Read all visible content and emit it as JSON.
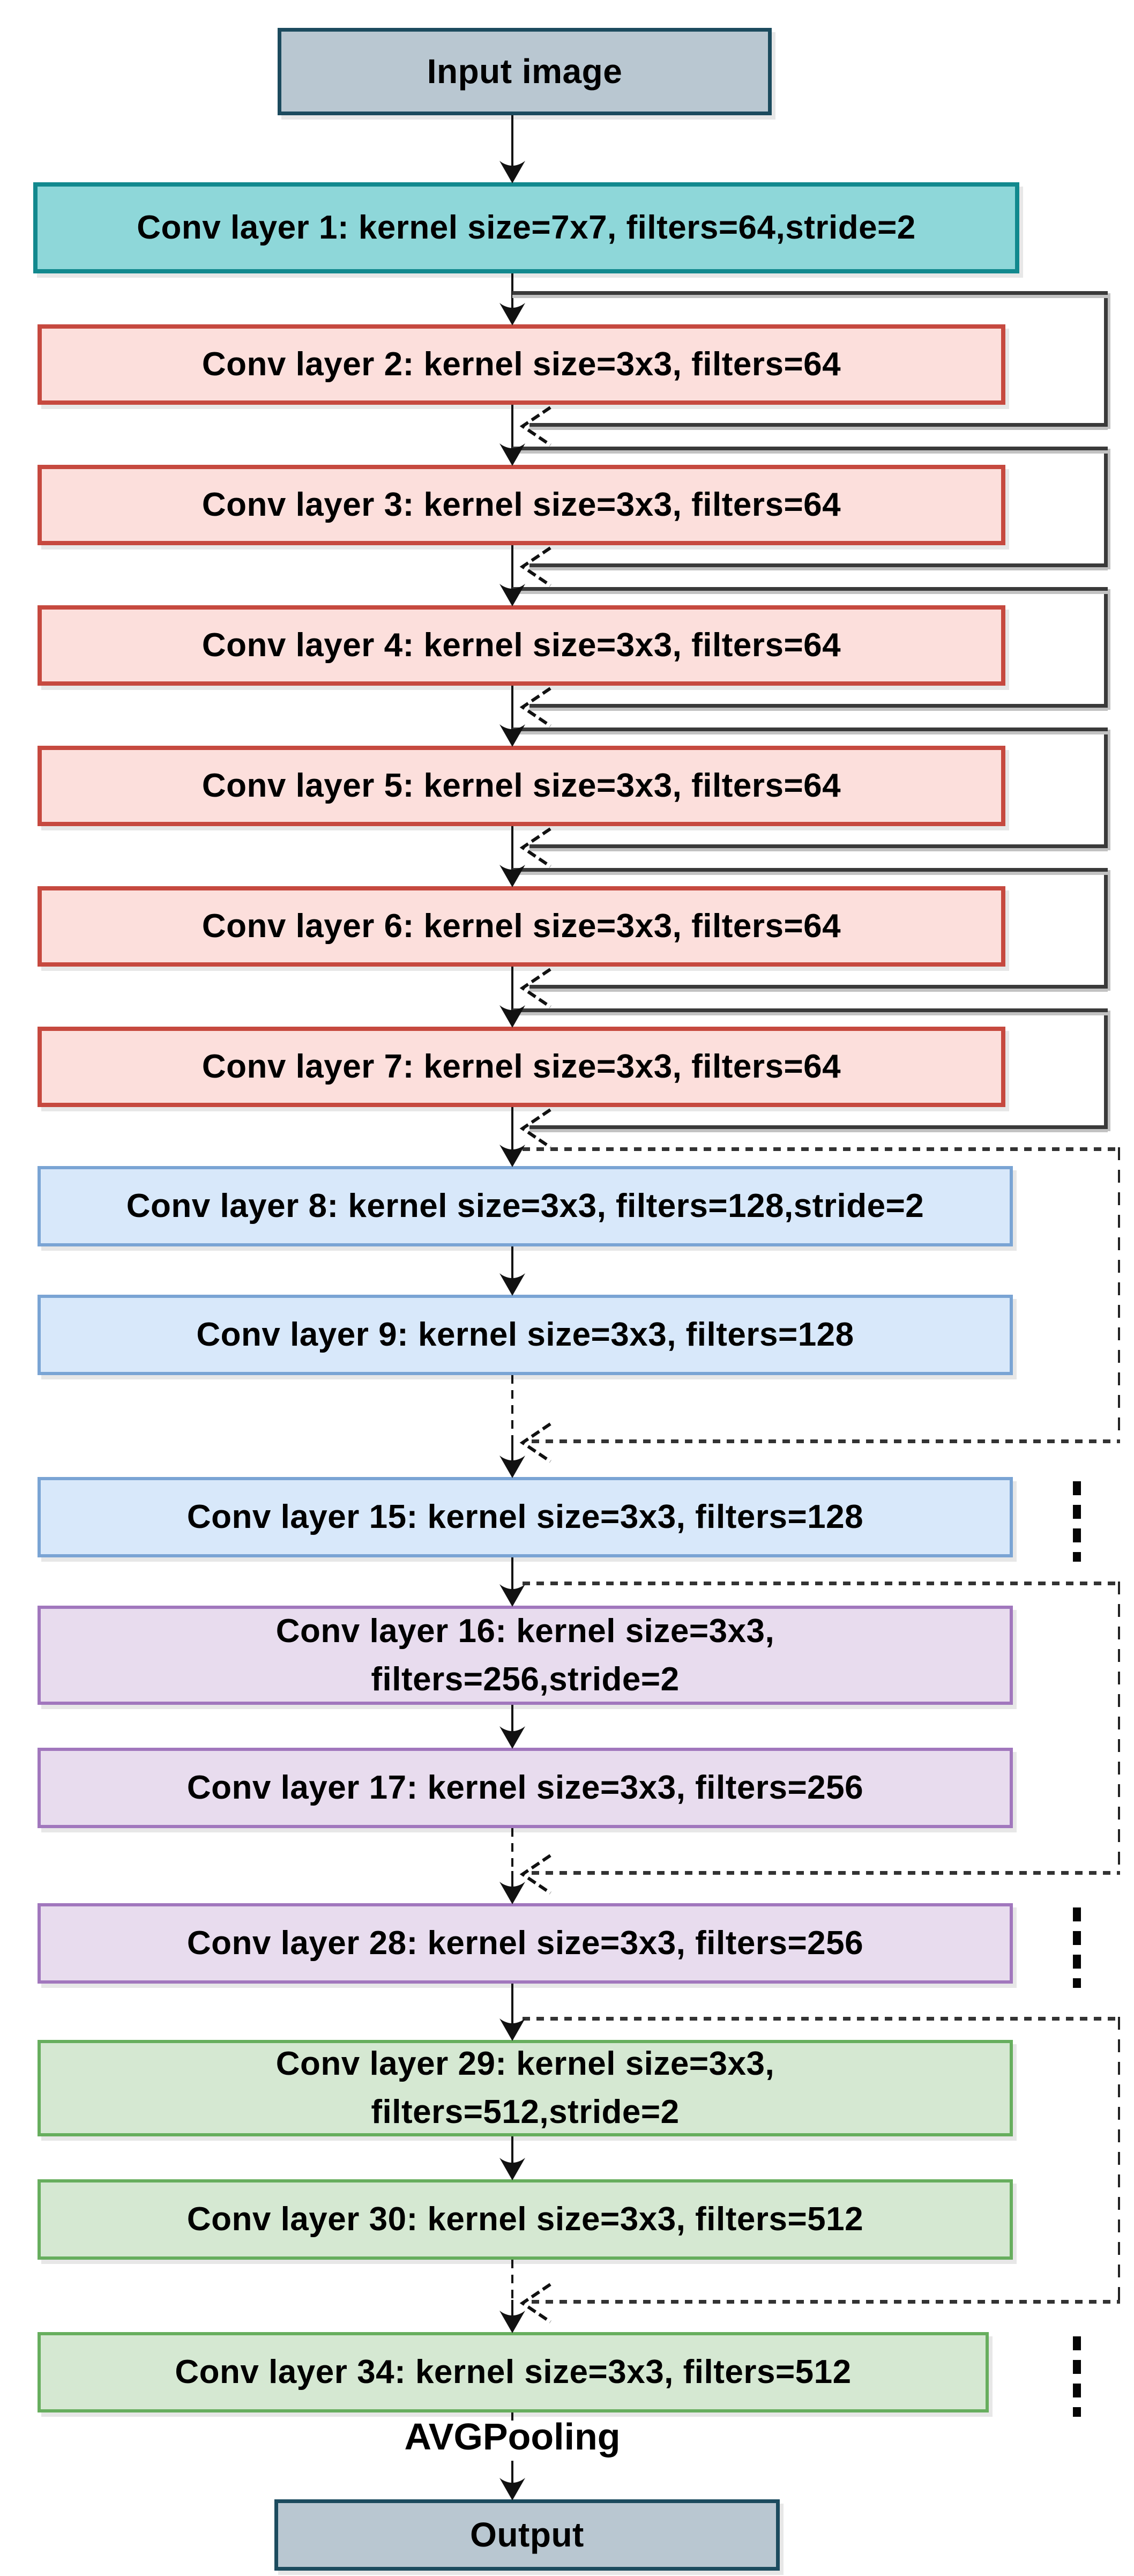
{
  "palette": {
    "io_fill": "#b9c7d1",
    "io_border": "#1c4b5e",
    "stem_fill": "#8ed7d9",
    "stem_border": "#12898e",
    "conv64_fill": "#fcdfdc",
    "conv64_border": "#c6493f",
    "conv128_fill": "#d8e8fa",
    "conv128_border": "#7aa4d4",
    "conv256_fill": "#e8dcee",
    "conv256_border": "#a177bd",
    "conv512_fill": "#d5e8d2",
    "conv512_border": "#67ae5e",
    "arrow_color": "#111111",
    "skip_line_color": "#3a3a3a",
    "dashed_line_color": "#222222"
  },
  "nodes": [
    {
      "id": "input",
      "label": "Input image"
    },
    {
      "id": "conv1",
      "label": "Conv layer 1: kernel size=7x7, filters=64,stride=2"
    },
    {
      "id": "conv2",
      "label": "Conv layer 2: kernel size=3x3, filters=64"
    },
    {
      "id": "conv3",
      "label": "Conv layer 3: kernel size=3x3, filters=64"
    },
    {
      "id": "conv4",
      "label": "Conv layer 4: kernel size=3x3, filters=64"
    },
    {
      "id": "conv5",
      "label": "Conv layer 5: kernel size=3x3, filters=64"
    },
    {
      "id": "conv6",
      "label": "Conv layer 6: kernel size=3x3, filters=64"
    },
    {
      "id": "conv7",
      "label": "Conv layer 7: kernel size=3x3, filters=64"
    },
    {
      "id": "conv8",
      "label": "Conv layer 8: kernel size=3x3, filters=128,stride=2"
    },
    {
      "id": "conv9",
      "label": "Conv layer 9: kernel size=3x3, filters=128"
    },
    {
      "id": "conv15",
      "label": "Conv layer 15: kernel size=3x3, filters=128"
    },
    {
      "id": "conv16",
      "label": "Conv layer 16: kernel size=3x3,\nfilters=256,stride=2"
    },
    {
      "id": "conv17",
      "label": "Conv layer 17: kernel size=3x3, filters=256"
    },
    {
      "id": "conv28",
      "label": "Conv layer 28: kernel size=3x3, filters=256"
    },
    {
      "id": "conv29",
      "label": "Conv layer 29: kernel size=3x3,\nfilters=512,stride=2"
    },
    {
      "id": "conv30",
      "label": "Conv layer 30: kernel size=3x3, filters=512"
    },
    {
      "id": "conv34",
      "label": "Conv layer 34: kernel size=3x3, filters=512"
    },
    {
      "id": "avgpooling",
      "label": "AVGPooling"
    },
    {
      "id": "output",
      "label": "Output"
    }
  ]
}
